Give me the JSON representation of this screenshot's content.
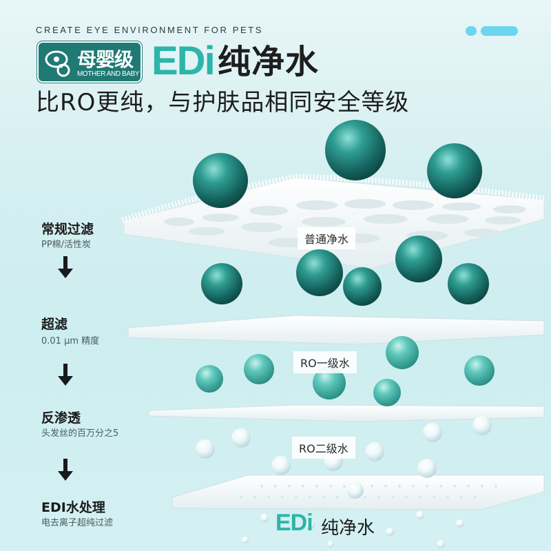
{
  "header": {
    "tagline": "CREATE EYE ENVIRONMENT FOR PETS",
    "badge_cn": "母婴级",
    "badge_en": "MOTHER AND BABY",
    "brand": "EDi",
    "title": "纯净水",
    "subtitle": "比RO更纯，与护肤品相同安全等级"
  },
  "steps": [
    {
      "title": "常规过滤",
      "desc": "PP棉/活性炭"
    },
    {
      "title": "超滤",
      "desc": "0.01 μm 精度"
    },
    {
      "title": "反渗透",
      "desc": "头发丝的百万分之5"
    },
    {
      "title": "EDI水处理",
      "desc": "电去离子超纯过滤"
    }
  ],
  "layers": [
    "普通净水",
    "RO一级水",
    "RO二级水"
  ],
  "footer": {
    "brand": "EDi",
    "title": "纯净水"
  },
  "colors": {
    "accent": "#2cb5a8",
    "badge": "#1f7a73",
    "pill": "#6cd6ef"
  },
  "icons": [
    "pacifier-icon",
    "down-arrow-icon"
  ]
}
